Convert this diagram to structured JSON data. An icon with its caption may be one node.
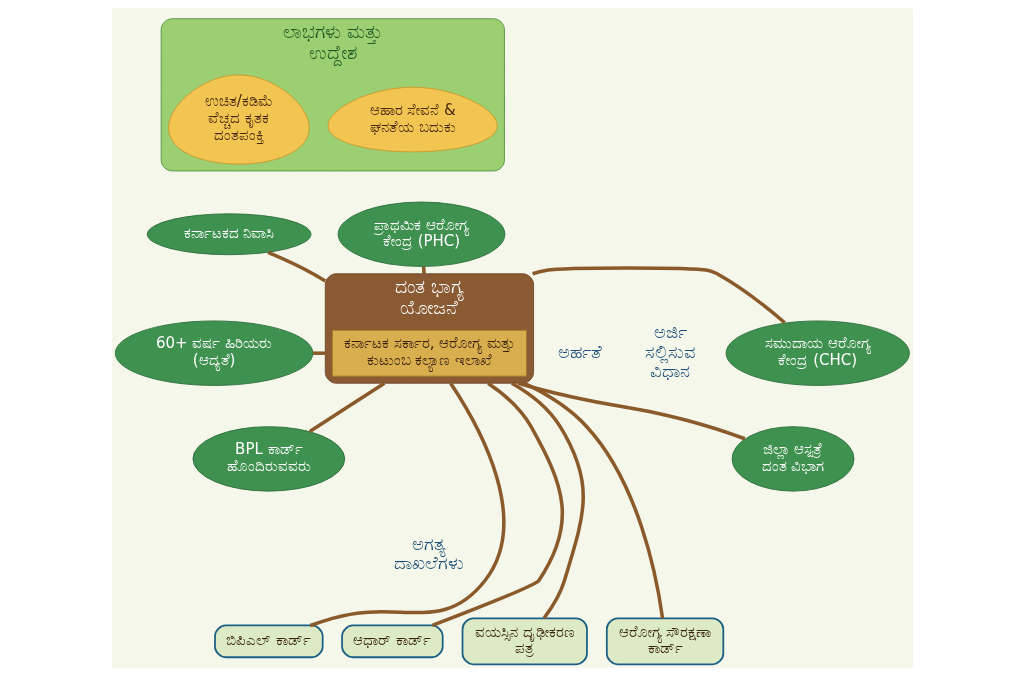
{
  "diagram": {
    "nodes": [
      {
        "text": [
          "ಲಾಭಗಳು ಮತ್ತು ಉದ್ದೇಶ"
        ]
      },
      {
        "text": [
          "ಉಚಿತ/ಕಡಿಮೆ ವೆಚ್ಚದ ಕೃತಕ ದಂತಪಂಕ್ತಿ"
        ],
        "in": 0
      },
      {
        "text": [
          "ಆಹಾರ ಸೇವನೆ & ಘನತೆಯ ಬದುಕು"
        ],
        "in": 0
      },
      {
        "text": [
          "ದಂತ ಭಾಗ್ಯ ಯೋಜನೆ"
        ]
      },
      {
        "text": [
          "ಕರ್ನಾಟಕ ಸರ್ಕಾರ, ಆರೋಗ್ಯ ಮತ್ತು ಕುಟುಂಬ ಕಲ್ಯಾಣ ಇಲಾಖೆ"
        ],
        "in": 3
      },
      {
        "text": [
          "ಕರ್ನಾಟಕದ ನಿವಾಸಿ"
        ]
      },
      {
        "text": [
          "60+ ವರ್ಷ ಹಿರಿಯರು (ಆದ್ಯತೆ)"
        ]
      },
      {
        "text": [
          "BPL ಕಾರ್ಡ್ ಹೊಂದಿರುವವರು"
        ]
      },
      {
        "text": [
          "ಪ್ರಾಥಮಿಕ ಆರೋಗ್ಯ ಕೇಂದ್ರ (PHC)"
        ]
      },
      {
        "text": [
          "ಸಮುದಾಯ ಆರೋಗ್ಯ ಕೇಂದ್ರ (CHC)"
        ]
      },
      {
        "text": [
          "ಜಿಲ್ಲಾ ಆಸ್ಪತ್ರೆ ದಂತ ವಿಭಾಗ"
        ]
      },
      {
        "text": [
          "ಬಿಪಿಎಲ್ ಕಾರ್ಡ್"
        ]
      },
      {
        "text": [
          "ಆಧಾರ್ ಕಾರ್ಡ್"
        ]
      },
      {
        "text": [
          "ವಯಸ್ಸಿನ ದೃಢೀಕರಣ ಪತ್ರ"
        ]
      },
      {
        "text": [
          "ಆರೋಗ್ಯ ಸೌರಕ್ಷಣಾ ಕಾರ್ಡ್"
        ]
      }
    ],
    "edges": [
      {
        "from": 3,
        "to": 5,
        "arrow": "none"
      },
      {
        "from": 3,
        "to": 6,
        "arrow": "none"
      },
      {
        "from": 3,
        "to": 7,
        "arrow": "none"
      },
      {
        "from": 3,
        "to": 8,
        "arrow": "none"
      },
      {
        "from": 3,
        "to": 9,
        "arrow": "none"
      },
      {
        "from": 3,
        "to": 10,
        "arrow": "none"
      },
      {
        "from": 3,
        "to": 11,
        "arrow": "none"
      },
      {
        "from": 3,
        "to": 12,
        "arrow": "none"
      },
      {
        "from": 3,
        "to": 13,
        "arrow": "none"
      },
      {
        "from": 3,
        "to": 14,
        "arrow": "none"
      }
    ],
    "labels": [
      "ಅರ್ಹತೆ",
      "ಅರ್ಜಿ ಸಲ್ಲಿಸುವ ವಿಧಾನ",
      "ಅಗತ್ಯ ದಾಖಲೆಗಳು"
    ]
  }
}
